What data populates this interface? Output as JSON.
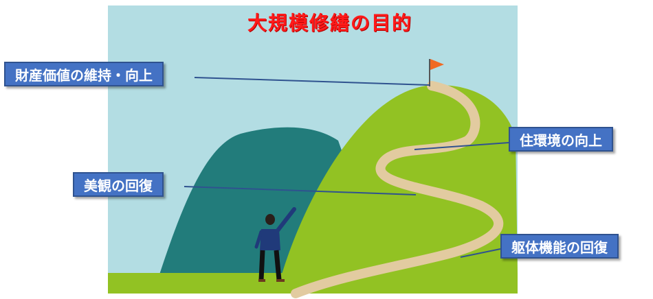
{
  "title": "大規模修繕の目的",
  "labels": {
    "asset_value": "財産価値の維持・向上",
    "living_env": "住環境の向上",
    "appearance": "美観の回復",
    "structure": "躯体機能の回復"
  },
  "colors": {
    "sky": "#b3dde3",
    "front_hill": "#92c223",
    "back_hill": "#227c7b",
    "path": "#e2cba0",
    "flag": "#f06a23",
    "label_bg": "#4472c4",
    "title": "#ff1a1a"
  },
  "icons": [
    "flag-icon",
    "person-pointing-icon"
  ]
}
